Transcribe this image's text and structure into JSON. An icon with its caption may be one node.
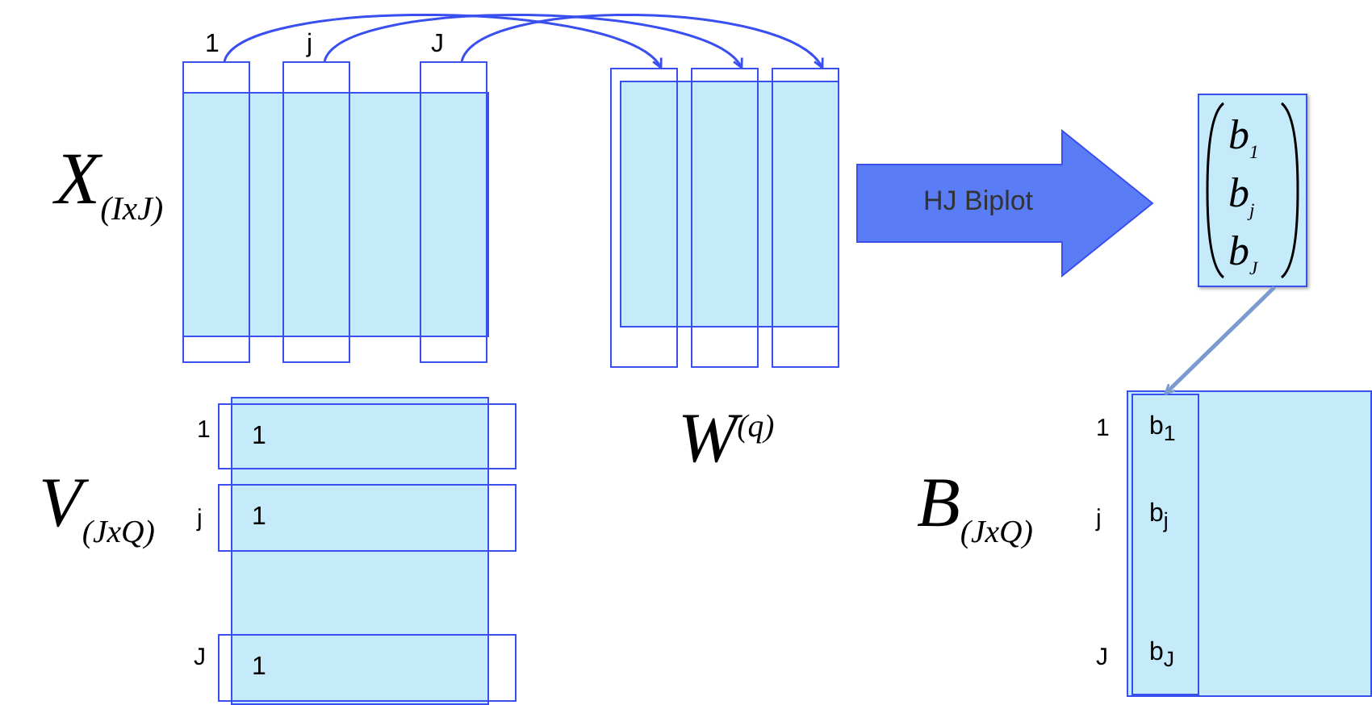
{
  "diagram": {
    "nodes": [
      {
        "text": [],
        "shape": "box"
      },
      {
        "text": [],
        "shape": "box"
      },
      {
        "text": [],
        "shape": "box"
      },
      {
        "text": [],
        "shape": "box"
      },
      {
        "text": [],
        "shape": "box"
      },
      {
        "text": [],
        "shape": "box"
      },
      {
        "text": [],
        "shape": "box"
      },
      {
        "text": [],
        "shape": "box"
      },
      {
        "text": [
          "HJ Biplot"
        ]
      },
      {
        "text": [
          "b$_{1}$",
          "b$_{j}$",
          "b$_{J}$"
        ]
      },
      {
        "text": [],
        "shape": "box"
      },
      {
        "text": [
          "1"
        ]
      },
      {
        "text": [
          "1"
        ]
      },
      {
        "text": [
          "1"
        ]
      },
      {
        "text": [],
        "shape": "box"
      },
      {
        "text": [
          "b$_{1}$",
          "b$_{j}$",
          "b$_{J}$"
        ],
        "in": 14
      }
    ],
    "edges": [
      {
        "from": 0,
        "to": 4,
        "arrow": "to"
      },
      {
        "from": 1,
        "to": 5,
        "arrow": "to"
      },
      {
        "from": 2,
        "to": 6,
        "arrow": "to"
      },
      {
        "from": 9,
        "to": 15,
        "arrow": "to",
        "color": "#7b9bd0"
      }
    ],
    "labels": [
      "1",
      "j",
      "J",
      "X$_{(IxJ)}$",
      "1",
      "W$^{(q)}$",
      "j",
      "V$_{(JxQ)}$",
      "J",
      "1",
      "B$_{(JxQ)}$",
      "j",
      "J"
    ]
  }
}
